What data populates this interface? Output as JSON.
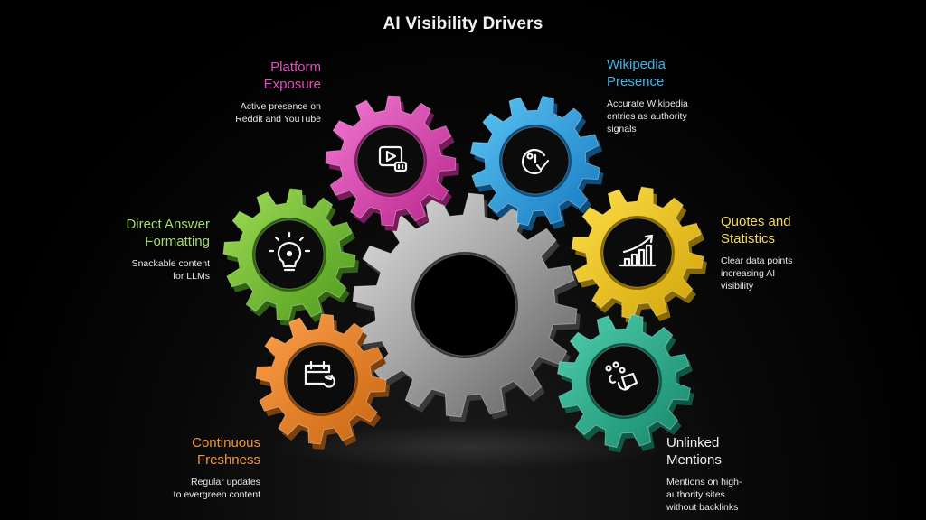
{
  "title": "AI Visibility Drivers",
  "colors": {
    "background": "#000000",
    "pink": "#e040b0",
    "blue": "#2aa6e6",
    "green": "#7cc43a",
    "yellow": "#f2cc1a",
    "orange": "#f08a24",
    "teal": "#2bb594",
    "silver": "#9a9a9a"
  },
  "drivers": [
    {
      "id": "platform-exposure",
      "heading_line1": "Platform",
      "heading_line2": "Exposure",
      "desc_line1": "Active presence on",
      "desc_line2": "Reddit and YouTube",
      "desc_line3": "",
      "color": "#e04fc0",
      "icon": "video-play-icon"
    },
    {
      "id": "wikipedia-presence",
      "heading_line1": "Wikipedia",
      "heading_line2": "Presence",
      "desc_line1": "Accurate Wikipedia",
      "desc_line2": "entries as authority",
      "desc_line3": "signals",
      "color": "#3fb4ea",
      "icon": "verified-face-icon"
    },
    {
      "id": "direct-answer-formatting",
      "heading_line1": "Direct Answer",
      "heading_line2": "Formatting",
      "desc_line1": "Snackable content",
      "desc_line2": "for LLMs",
      "desc_line3": "",
      "color": "#a6dc6a",
      "icon": "lightbulb-icon"
    },
    {
      "id": "quotes-and-statistics",
      "heading_line1": "Quotes and",
      "heading_line2": "Statistics",
      "desc_line1": "Clear data points",
      "desc_line2": "increasing AI",
      "desc_line3": "visibility",
      "color": "#f3dc5a",
      "icon": "bar-chart-growth-icon"
    },
    {
      "id": "continuous-freshness",
      "heading_line1": "Continuous",
      "heading_line2": "Freshness",
      "desc_line1": "Regular updates",
      "desc_line2": "to evergreen content",
      "desc_line3": "",
      "color": "#f0953a",
      "icon": "calendar-refresh-icon"
    },
    {
      "id": "unlinked-mentions",
      "heading_line1": "Unlinked",
      "heading_line2": "Mentions",
      "desc_line1": "Mentions on high-",
      "desc_line2": "authority sites",
      "desc_line3": "without backlinks",
      "color": "#f2f2f2",
      "icon": "mention-tag-icon"
    }
  ]
}
